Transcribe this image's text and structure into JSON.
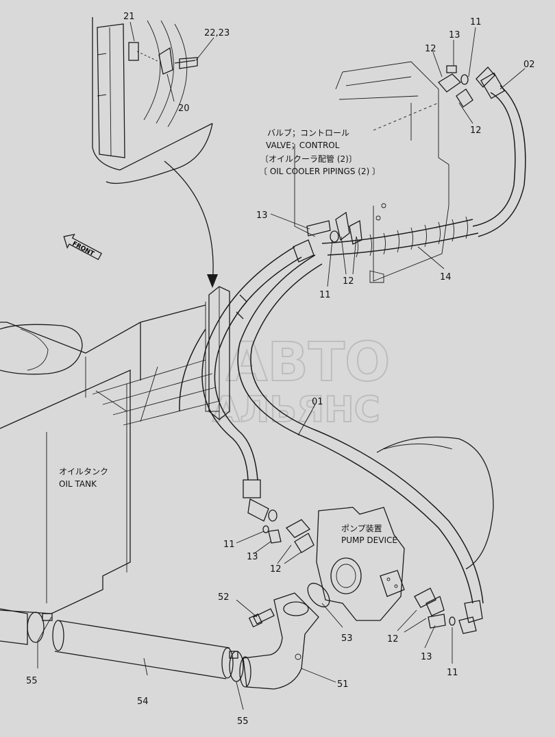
{
  "callouts": {
    "c21": "21",
    "c2223": "22,23",
    "c20": "20",
    "c12a": "12",
    "c13a": "13",
    "c11a": "11",
    "c02": "02",
    "c12b": "12",
    "c13b": "13",
    "c14": "14",
    "c12c": "12",
    "c11b": "11",
    "c01": "01",
    "c11c": "11",
    "c13c": "13",
    "c12d": "12",
    "c52": "52",
    "c53": "53",
    "c12e": "12",
    "c13d": "13",
    "c11d": "11",
    "c55a": "55",
    "c54": "54",
    "c55b": "55",
    "c51": "51"
  },
  "labels": {
    "valve_jp": "バルブ；コントロール",
    "valve_en": "VALVE；CONTROL",
    "cooler_jp": "〔オイルクーラ配管 (2)〕",
    "cooler_en": "〔 OIL COOLER PIPINGS (2) 〕",
    "front": "FRONT",
    "tank_jp": "オイルタンク",
    "tank_en": "OIL TANK",
    "pump_jp": "ポンプ装置",
    "pump_en": "PUMP DEVICE"
  },
  "watermark": {
    "line1": "АВТО",
    "line2": "АЛЬЯНС"
  },
  "colors": {
    "background": "#d9d9d9",
    "ink": "#1a1a1a",
    "watermark": "#bdbdbd"
  }
}
